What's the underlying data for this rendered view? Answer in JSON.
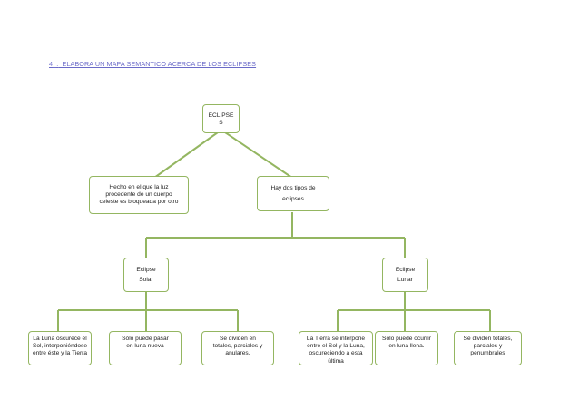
{
  "heading": {
    "number": "4_.",
    "text": "ELABORA UN MAPA SEMANTICO  ACERCA DE LOS ECLIPSES"
  },
  "colors": {
    "node_border": "#94b661",
    "connector": "#94b661",
    "heading": "#6a6ac8"
  },
  "nodes": {
    "root": [
      "ECLIPSE",
      "S"
    ],
    "definition": [
      "Hecho en el que la luz",
      "procedente de un cuerpo",
      "celeste es bloqueada por otro"
    ],
    "types": [
      "Hay dos tipos de",
      "eclipses"
    ],
    "solar": [
      "Eclipse",
      "Solar"
    ],
    "lunar": [
      "Eclipse",
      "Lunar"
    ],
    "solar_1": [
      "La Luna oscurece el",
      "Sol, interponiéndose",
      "entre éste y la Tierra"
    ],
    "solar_2": [
      "Sólo puede pasar",
      "en luna nueva"
    ],
    "solar_3": [
      "Se dividen en",
      "totales, parciales y",
      "anulares."
    ],
    "lunar_1": [
      "La Tierra se interpone",
      "entre el Sol y la Luna,",
      "oscureciendo a esta",
      "última"
    ],
    "lunar_2": [
      "Sólo puede ocurrir",
      "en luna llena."
    ],
    "lunar_3": [
      "Se dividen totales,",
      "parciales y",
      "penumbrales"
    ]
  }
}
